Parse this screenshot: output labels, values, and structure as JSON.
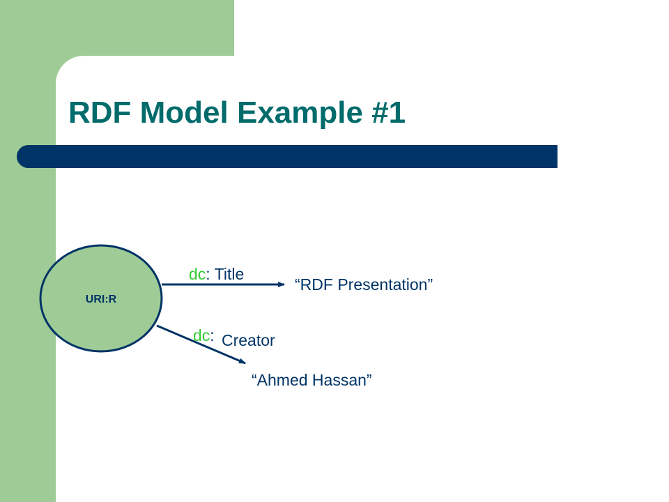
{
  "title": "RDF Model Example #1",
  "colors": {
    "panel": "#9ecb96",
    "title_text": "#006b6b",
    "bar": "#003466",
    "node_fill": "#9ecb96",
    "node_stroke": "#003466",
    "arrow": "#003466",
    "prefix": "#33cc33",
    "text": "#003466"
  },
  "node": {
    "label": "URI:R"
  },
  "edges": [
    {
      "prefix": "dc",
      "separator": ": ",
      "property": "Title",
      "literal": "“RDF Presentation”"
    },
    {
      "prefix": "dc",
      "separator": ":",
      "property": "Creator",
      "literal": "“Ahmed Hassan”"
    }
  ]
}
